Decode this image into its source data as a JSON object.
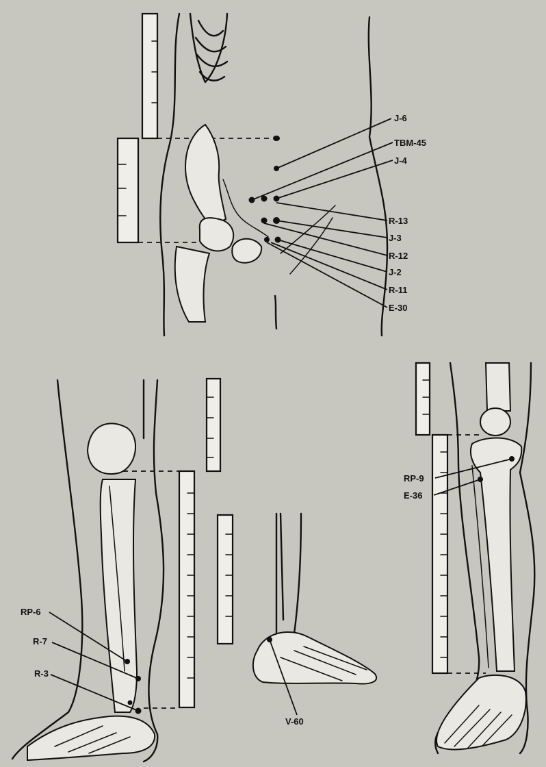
{
  "figure": {
    "labels": {
      "j6": "J-6",
      "tbm45": "TBM-45",
      "j4": "J-4",
      "r13": "R-13",
      "j3": "J-3",
      "r12": "R-12",
      "j2": "J-2",
      "r11": "R-11",
      "e30": "E-30",
      "rp6": "RP-6",
      "r7": "R-7",
      "r3": "R-3",
      "v60": "V-60",
      "rp9": "RP-9",
      "e36": "E-36"
    },
    "colors": {
      "paper": "#c7c6bf",
      "ink": "#111111",
      "bone": "#e9e8e2"
    }
  }
}
